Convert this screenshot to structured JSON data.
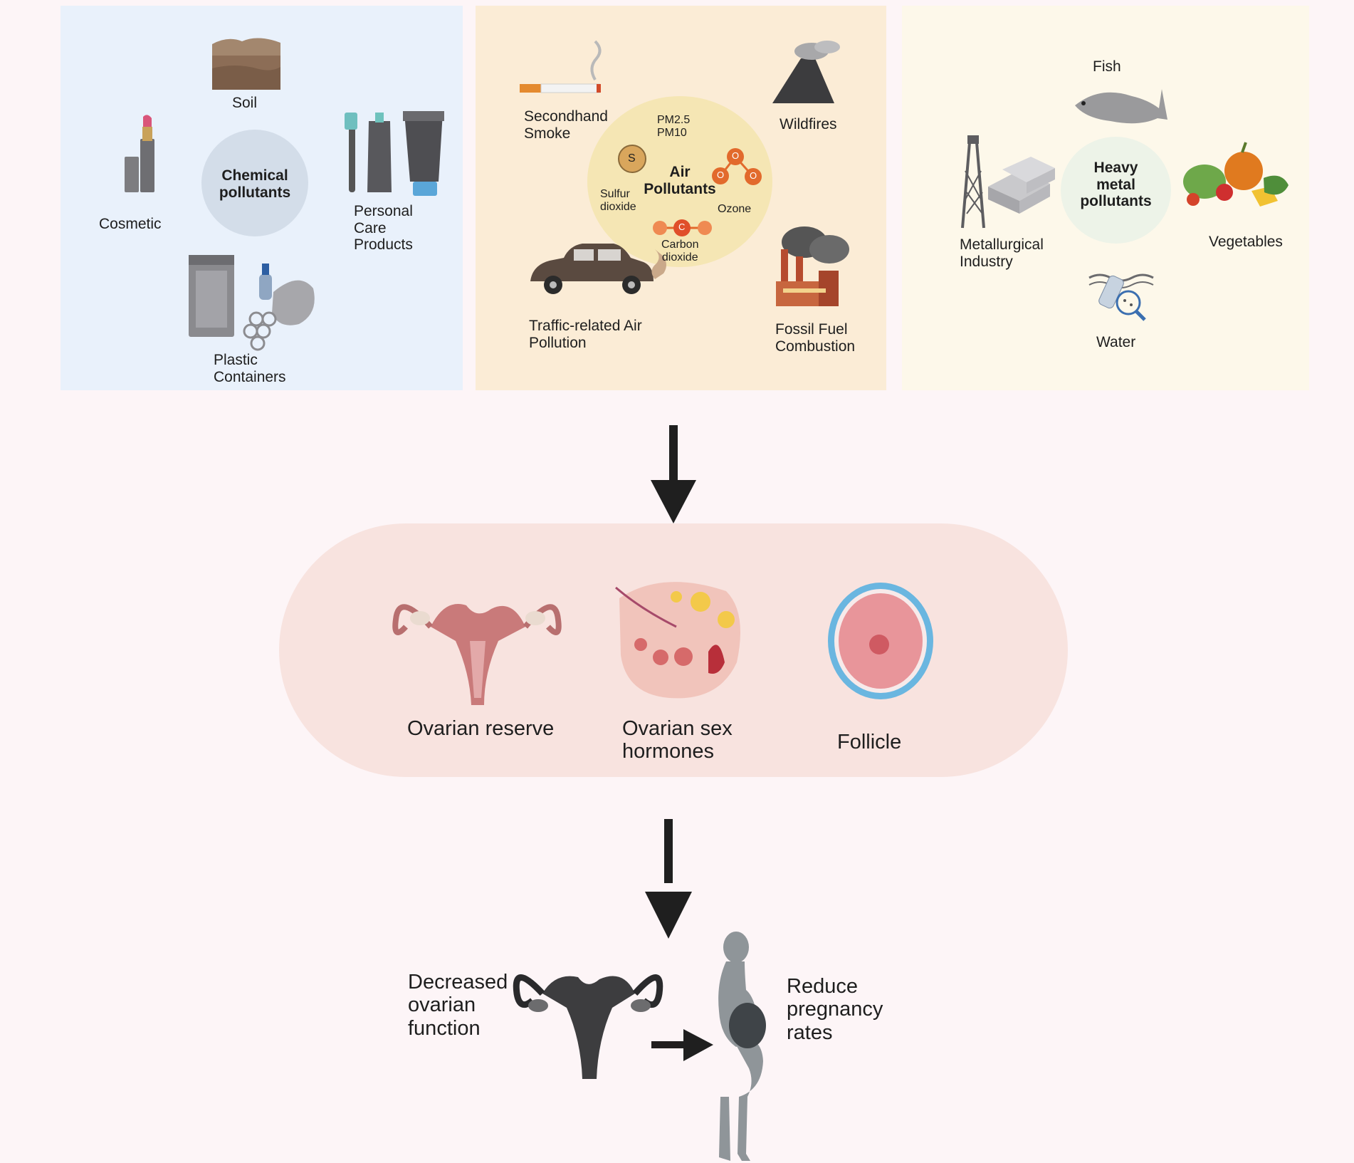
{
  "colors": {
    "background": "#fdf5f7",
    "chemical_panel": "#e9f1fb",
    "air_panel": "#fbecd6",
    "metal_panel": "#fdf8ea",
    "effects_band": "#f8e3df",
    "arrow": "#1f1f1f"
  },
  "chemical": {
    "hub": [
      "Chemical",
      "pollutants"
    ],
    "soil": "Soil",
    "cosmetic": "Cosmetic",
    "personal_care": [
      "Personal",
      "Care",
      "Products"
    ],
    "plastic": [
      "Plastic",
      "Containers"
    ],
    "icons": [
      "soil-icon",
      "lipstick-icon",
      "toothbrush-icon",
      "toothpaste-icon",
      "lotion-tube-icon",
      "plastic-bag-icon",
      "bottle-icon",
      "mask-icon"
    ]
  },
  "air": {
    "hub": [
      "Air",
      "Pollutants"
    ],
    "pm": [
      "PM2.5",
      "PM10"
    ],
    "secondhand_smoke": [
      "Secondhand",
      "Smoke"
    ],
    "wildfires": "Wildfires",
    "sulfur_dioxide": [
      "Sulfur",
      "dioxide"
    ],
    "ozone": "Ozone",
    "carbon_dioxide": [
      "Carbon",
      "dioxide"
    ],
    "traffic": [
      "Traffic-related Air",
      "Pollution"
    ],
    "fossil_fuel": [
      "Fossil Fuel",
      "Combustion"
    ],
    "molecule_sulfur": "S",
    "molecule_oxygen": "O",
    "molecule_carbon": "C",
    "icons": [
      "cigarette-icon",
      "volcano-icon",
      "car-icon",
      "factory-icon",
      "sulfur-molecule-icon",
      "ozone-molecule-icon",
      "carbon-dioxide-molecule-icon"
    ]
  },
  "metal": {
    "hub": [
      "Heavy",
      "metal",
      "pollutants"
    ],
    "fish": "Fish",
    "metallurgical": [
      "Metallurgical",
      "Industry"
    ],
    "vegetables": "Vegetables",
    "water": "Water",
    "icons": [
      "fish-icon",
      "oil-derrick-icon",
      "metal-ingots-icon",
      "vegetables-icon",
      "water-contamination-icon"
    ]
  },
  "effects": {
    "ovarian_reserve": "Ovarian reserve",
    "ovarian_sex_hormones": [
      "Ovarian sex",
      "hormones"
    ],
    "follicle": "Follicle",
    "icons": [
      "uterus-icon",
      "ovary-icon",
      "follicle-icon"
    ]
  },
  "outcome": {
    "decreased_function": [
      "Decreased",
      "ovarian",
      "function"
    ],
    "reduce_pregnancy": [
      "Reduce",
      "pregnancy",
      "rates"
    ],
    "icons": [
      "dark-uterus-icon",
      "pregnant-woman-icon"
    ]
  }
}
